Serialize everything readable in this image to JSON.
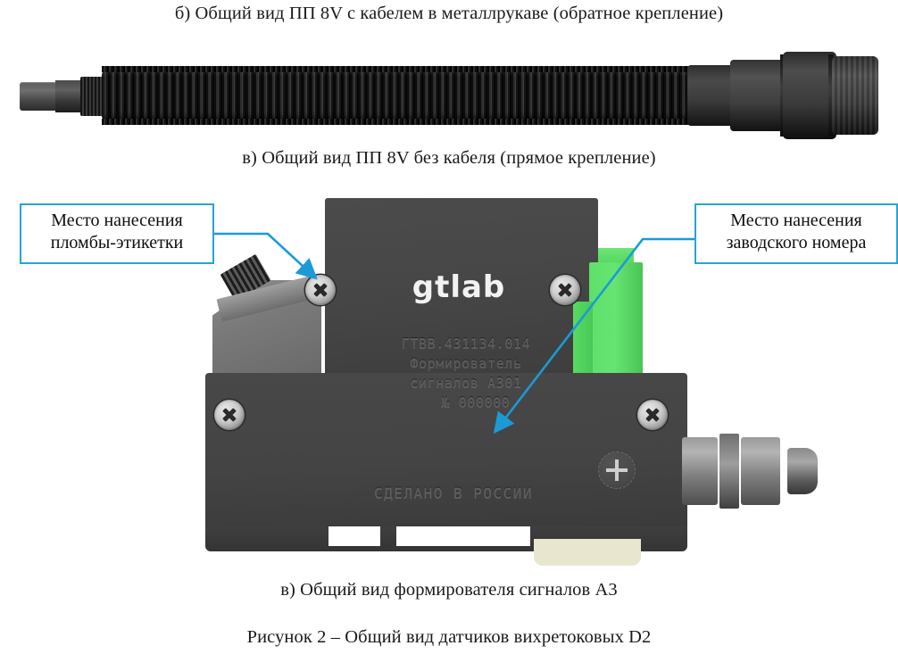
{
  "document": {
    "figure_title": "Рисунок 2 – Общий вид датчиков вихретоковых D2"
  },
  "captions": {
    "b": "б) Общий вид ПП 8V с кабелем в металлрукаве (обратное крепление)",
    "c_top": "в) Общий вид ПП 8V без кабеля (прямое крепление)",
    "c_bottom": "в) Общий вид формирователя сигналов А3"
  },
  "callouts": {
    "seal": "Место нанесения пломбы-этикетки",
    "serial": "Место нанесения заводского номера",
    "border_color": "#2aa3d4"
  },
  "device": {
    "brand": "gtlab",
    "engraving": {
      "line1": "ГТВВ.431134.014",
      "line2": "Формирователь",
      "line3": "сигналов   А301",
      "line4": "№ 000000"
    },
    "made_in": "СДЕЛАНО В РОССИИ",
    "colors": {
      "body": "#474747",
      "terminal_green": "#5fe06a",
      "din_clip": "#e8e6cf",
      "metal": "#9a9a9a"
    }
  },
  "photo_cable": {
    "label": "ПП 8V с кабелем в металлрукаве",
    "colors": {
      "hose": "#1d1d1d",
      "connector": "#3a3a3a",
      "tip": "#6e6e6e"
    }
  }
}
